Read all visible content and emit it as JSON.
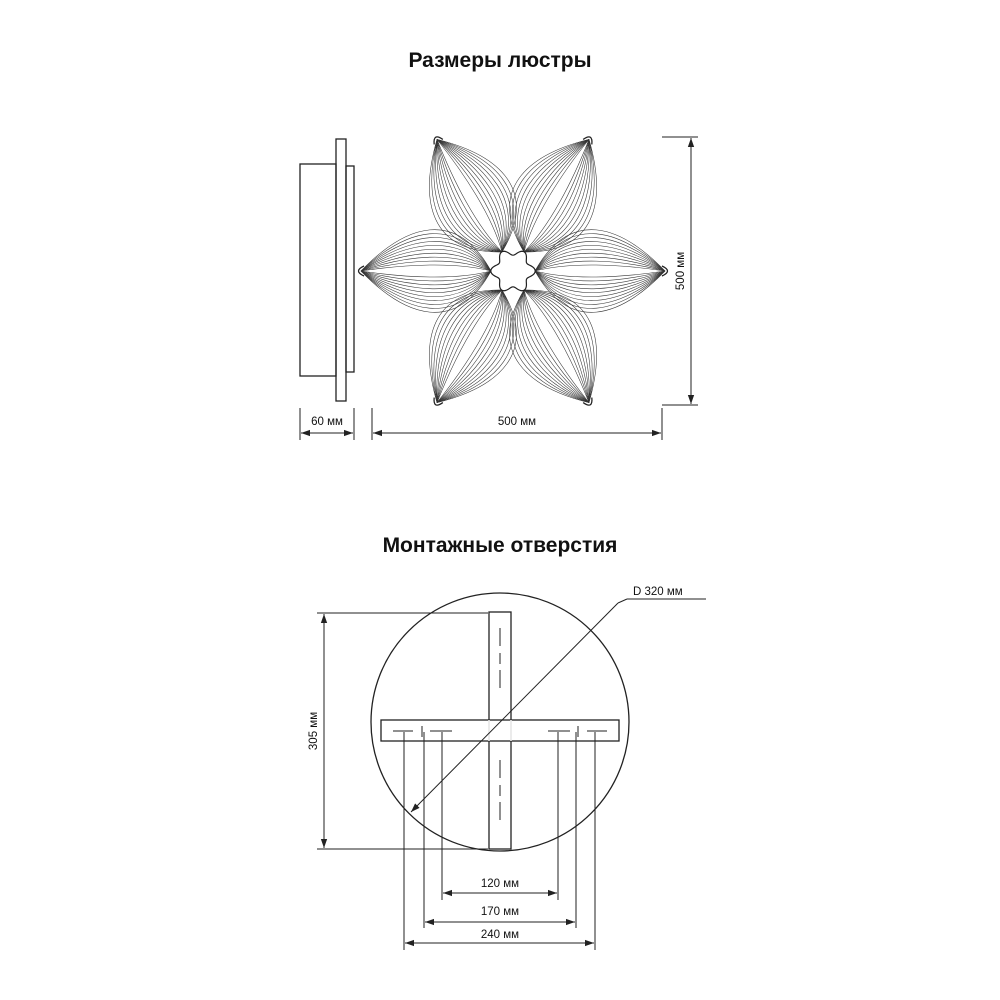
{
  "titles": {
    "dimensions": "Размеры люстры",
    "mounting": "Монтажные отверстия"
  },
  "dimensions": {
    "depth": "60 мм",
    "width": "500 мм",
    "height": "500 мм"
  },
  "mounting": {
    "diameter": "D 320 мм",
    "vertical": "305 мм",
    "hole_1": "120 мм",
    "hole_2": "170 мм",
    "hole_3": "240 мм"
  },
  "colors": {
    "line": "#222222",
    "text": "#111111",
    "background": "#ffffff"
  }
}
